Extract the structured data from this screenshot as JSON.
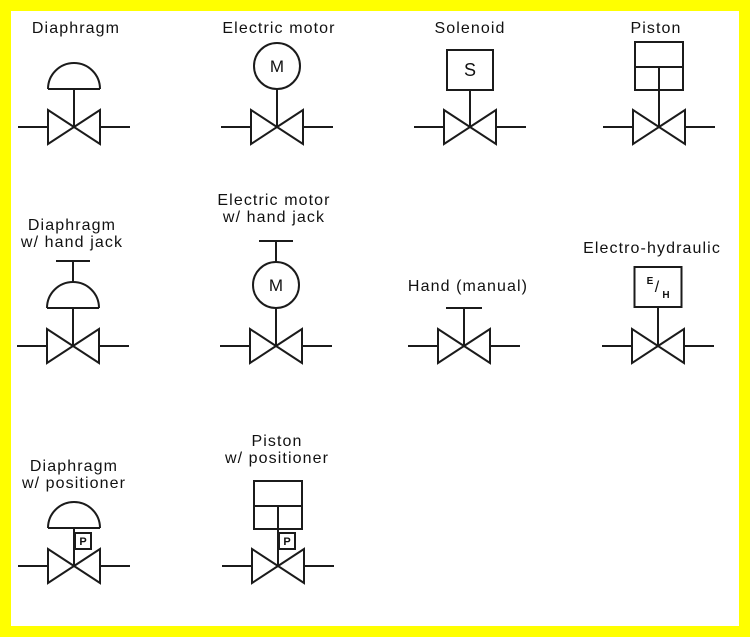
{
  "page": {
    "background_color": "#ffffff",
    "border_color": "#ffff00",
    "line_color": "#1b1b1b"
  },
  "diagram": {
    "description": "Control valve actuator symbols",
    "symbols": [
      {
        "id": "diaphragm",
        "label": [
          "Diaphragm"
        ],
        "actuator": "diaphragm",
        "hand_jack": false,
        "positioner": false
      },
      {
        "id": "electric-motor",
        "label": [
          "Electric motor"
        ],
        "actuator": "motor",
        "letter": "M",
        "hand_jack": false,
        "positioner": false
      },
      {
        "id": "solenoid",
        "label": [
          "Solenoid"
        ],
        "actuator": "solenoid",
        "letter": "S",
        "hand_jack": false,
        "positioner": false
      },
      {
        "id": "piston",
        "label": [
          "Piston"
        ],
        "actuator": "piston",
        "hand_jack": false,
        "positioner": false
      },
      {
        "id": "diaphragm-hand-jack",
        "label": [
          "Diaphragm",
          "w/ hand jack"
        ],
        "actuator": "diaphragm",
        "hand_jack": true,
        "positioner": false
      },
      {
        "id": "electric-motor-hand-jack",
        "label": [
          "Electric motor",
          "w/ hand jack"
        ],
        "actuator": "motor",
        "letter": "M",
        "hand_jack": true,
        "positioner": false
      },
      {
        "id": "hand-manual",
        "label": [
          "Hand (manual)"
        ],
        "actuator": "hand",
        "hand_jack": false,
        "positioner": false
      },
      {
        "id": "electro-hydraulic",
        "label": [
          "Electro-hydraulic"
        ],
        "actuator": "eh",
        "letter_sup": "E",
        "letter_slash": "/",
        "letter_sub": "H",
        "hand_jack": false,
        "positioner": false
      },
      {
        "id": "diaphragm-positioner",
        "label": [
          "Diaphragm",
          "w/ positioner"
        ],
        "actuator": "diaphragm",
        "hand_jack": false,
        "positioner": true,
        "positioner_letter": "P"
      },
      {
        "id": "piston-positioner",
        "label": [
          "Piston",
          "w/ positioner"
        ],
        "actuator": "piston",
        "hand_jack": false,
        "positioner": true,
        "positioner_letter": "P"
      }
    ]
  }
}
